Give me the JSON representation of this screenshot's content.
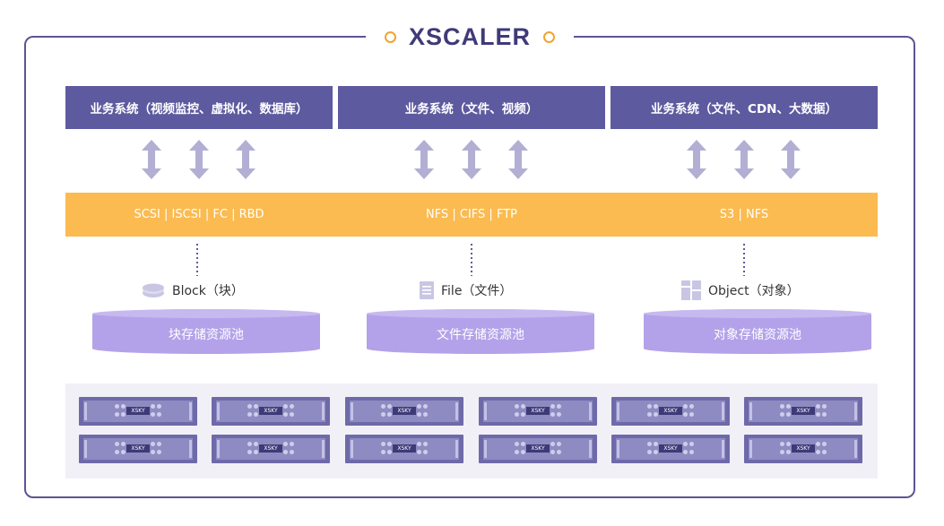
{
  "title": "XSCALER",
  "business_systems": [
    "业务系统（视频监控、虚拟化、数据库）",
    "业务系统（文件、视频）",
    "业务系统（文件、CDN、大数据）"
  ],
  "protocols": [
    "SCSI | ISCSI | FC | RBD",
    "NFS | CIFS | FTP",
    "S3 | NFS"
  ],
  "storage_types": [
    {
      "icon": "disk-stack-icon",
      "label": "Block（块）"
    },
    {
      "icon": "file-icon",
      "label": "File（文件）"
    },
    {
      "icon": "object-grid-icon",
      "label": "Object（对象）"
    }
  ],
  "pools": [
    "块存储资源池",
    "文件存储资源池",
    "对象存储资源池"
  ],
  "server_label": "XSKY",
  "colors": {
    "frame": "#5c5494",
    "business_bar": "#5e5a9f",
    "protocol_bar": "#fbbb50",
    "pool": "#b3a2e9",
    "arrow": "#b2aed4",
    "title_dot": "#f0a432"
  }
}
